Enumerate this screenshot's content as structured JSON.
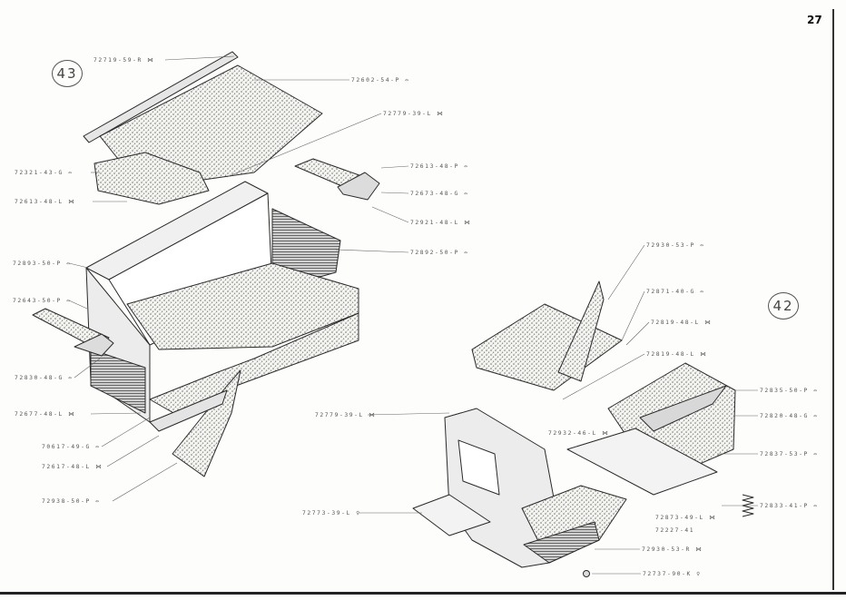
{
  "page": {
    "number": "27"
  },
  "callouts": [
    "43",
    "42"
  ],
  "part_labels": [
    "72719-59-R ⋈",
    "72602-54-P ⇔",
    "72779-39-L ⋈",
    "72321-43-G ⇔",
    "72613-48-P ⇔",
    "72613-48-L ⋈",
    "72673-48-G ⇔",
    "72921-48-L ⋈",
    "72892-50-P ⇔",
    "72893-50-P ⇔",
    "72930-53-P ⇔",
    "72643-50-P ⇔",
    "72871-40-G ⇔",
    "72830-48-G ⇔",
    "72819-48-L ⋈",
    "72819-48-L ⋈",
    "72677-48-L ⋈",
    "72835-50-P ⇔",
    "72779-39-L ⋈",
    "72820-48-G ⇔",
    "72932-46-L ⋈",
    "70617-49-G ⇔",
    "72837-53-P ⇔",
    "72617-48-L ⋈",
    "72873-49-L ⋈",
    "72833-41-P ⇔",
    "72938-50-P ⇔",
    "72773-39-L ♀",
    "72227-41",
    "72930-53-R ⋈",
    "72737-90-K ♀"
  ]
}
